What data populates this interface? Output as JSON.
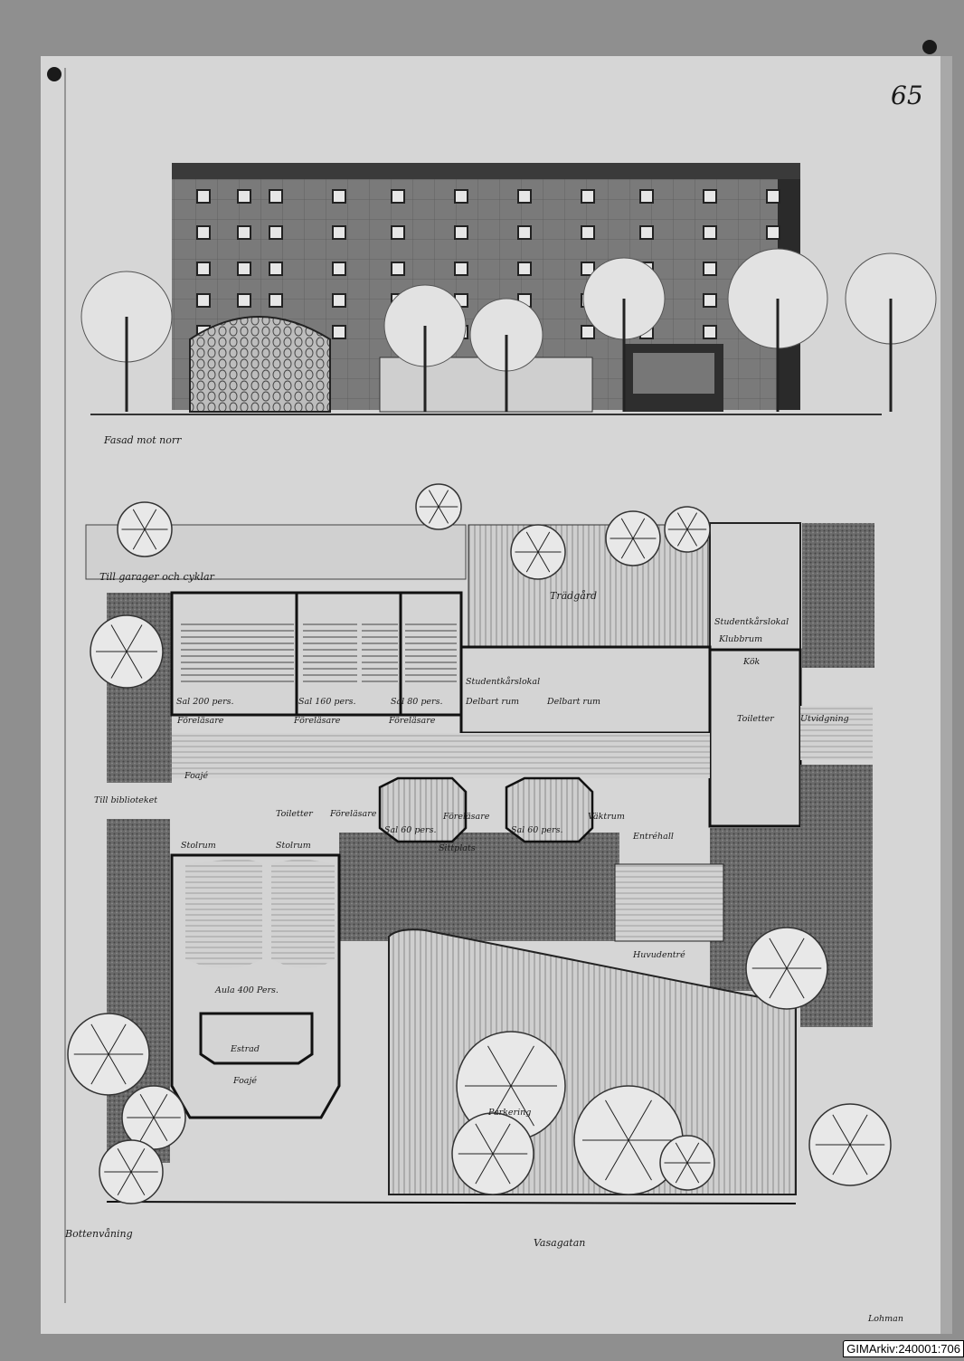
{
  "sheet_number": "65",
  "elevation": {
    "title": "Fasad mot norr"
  },
  "plan": {
    "title": "Bottenvåning",
    "street": "Vasagatan",
    "labels": {
      "garage": "Till garager och cyklar",
      "garden": "Trädgård",
      "club_title": "Studentkårslokal",
      "club_room": "Klubbrum",
      "kitchen": "Kök",
      "sal200": "Sal 200 pers.",
      "sal160": "Sal 160 pers.",
      "sal80": "Sal 80 pers.",
      "student_hall": "Studentkårslokal",
      "divisible1": "Delbart rum",
      "divisible2": "Delbart rum",
      "lecturer1": "Föreläsare",
      "lecturer2": "Föreläsare",
      "lecturer3": "Föreläsare",
      "toilets_east": "Toiletter",
      "extension": "Utvidgning",
      "foyer": "Foajé",
      "library": "Till biblioteket",
      "toilets_mid": "Toiletter",
      "lecturer4": "Föreläsare",
      "sal60a": "Sal 60 pers.",
      "lecturer5": "Föreläsare",
      "sal60b": "Sal 60 pers.",
      "guard": "Väktrum",
      "seating": "Sittplats",
      "entrance_hall": "Entréhall",
      "chair_room1": "Stolrum",
      "chair_room2": "Stolrum",
      "main_entrance": "Huvudentré",
      "aula": "Aula 400 Pers.",
      "stage": "Estrad",
      "foyer2": "Foajé",
      "parking": "Parkering"
    }
  },
  "signature": "Lohman",
  "watermark": "GIMArkiv:240001:706"
}
